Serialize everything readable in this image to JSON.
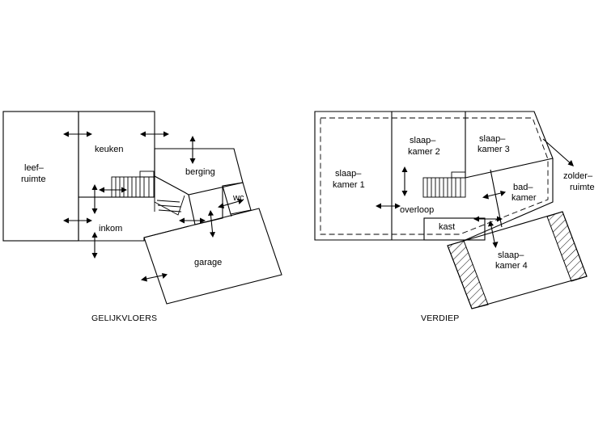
{
  "ground_floor": {
    "title": "GELIJKVLOERS",
    "rooms": {
      "leefruimte": [
        "leef–",
        "ruimte"
      ],
      "keuken": "keuken",
      "berging": "berging",
      "wc": "wc",
      "inkom": "inkom",
      "garage": "garage"
    }
  },
  "upper_floor": {
    "title": "VERDIEP",
    "rooms": {
      "slaapkamer1": [
        "slaap–",
        "kamer 1"
      ],
      "slaapkamer2": [
        "slaap–",
        "kamer 2"
      ],
      "slaapkamer3": [
        "slaap–",
        "kamer 3"
      ],
      "badkamer": [
        "bad–",
        "kamer"
      ],
      "overloop": "overloop",
      "kast": "kast",
      "slaapkamer4": [
        "slaap–",
        "kamer 4"
      ],
      "zolderruimte": [
        "zolder–",
        "ruimte"
      ]
    }
  }
}
